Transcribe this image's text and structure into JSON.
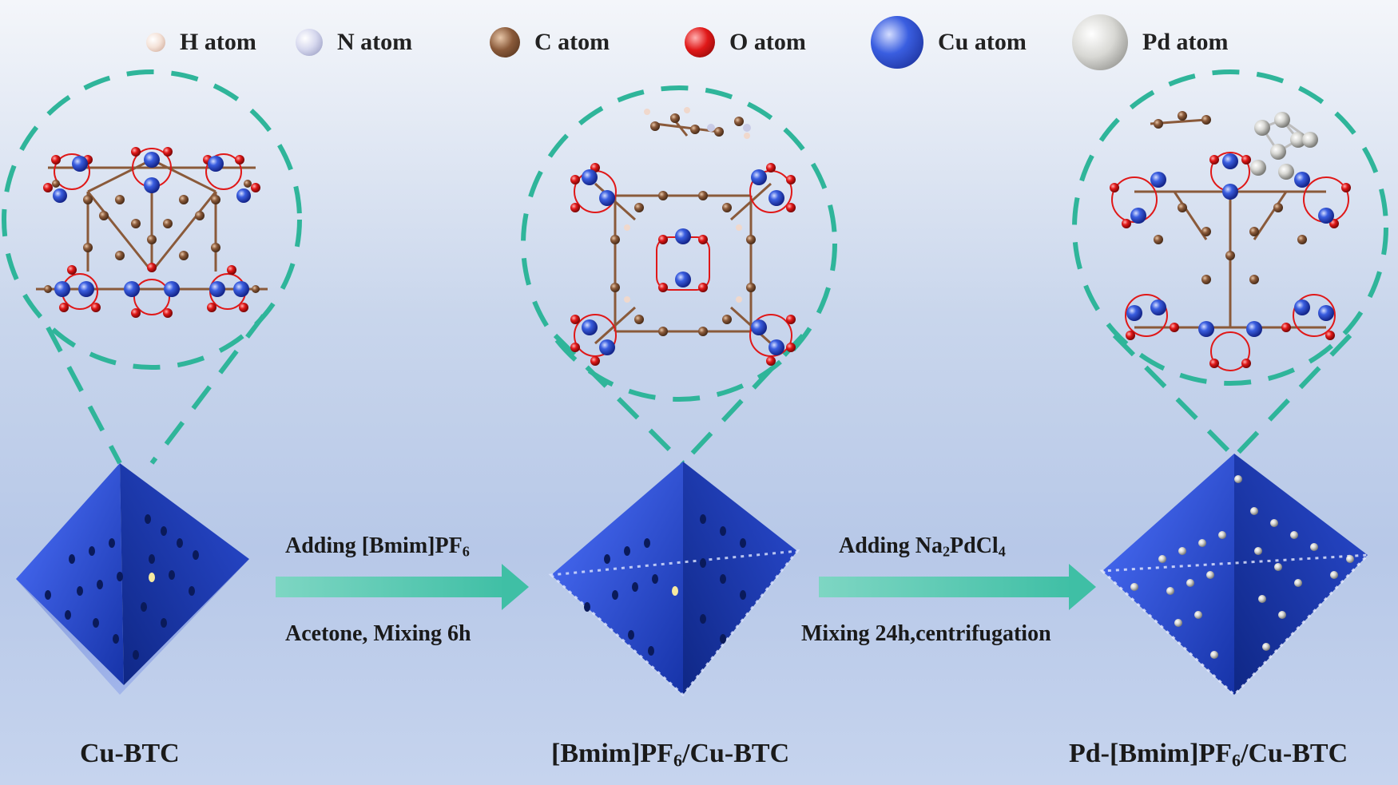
{
  "legend": {
    "items": [
      {
        "label": "H atom",
        "color": "#f0d8cc"
      },
      {
        "label": "N atom",
        "color": "#c8cbe6"
      },
      {
        "label": "C atom",
        "color": "#8a5a3a"
      },
      {
        "label": "O atom",
        "color": "#e01818"
      },
      {
        "label": "Cu atom",
        "color": "#2d4fcf"
      },
      {
        "label": "Pd atom",
        "color": "#cfcfcf"
      }
    ]
  },
  "stages": [
    {
      "name_main": "Cu-BTC",
      "name_sub": "",
      "name_tail": ""
    },
    {
      "name_main": "[Bmim]PF",
      "name_sub": "6",
      "name_tail": "/Cu-BTC"
    },
    {
      "name_main": "Pd-[Bmim]PF",
      "name_sub": "6",
      "name_tail": "/Cu-BTC"
    }
  ],
  "steps": [
    {
      "top_main": "Adding [Bmim]PF",
      "top_sub": "6",
      "top_tail": "",
      "bottom": "Acetone, Mixing 6h"
    },
    {
      "top_main": "Adding Na",
      "top_sub": "2",
      "top_mid": "PdCl",
      "top_sub2": "4",
      "bottom": "Mixing 24h,centrifugation"
    }
  ],
  "colors": {
    "dashed_circle": "#2fb59a",
    "arrow": "#47c3a9",
    "octahedron": "#1f45c4",
    "cu": "#2d4fcf",
    "o": "#e01818",
    "c": "#8a5a3a",
    "h": "#f0d8cc",
    "pd": "#cfcfcf"
  }
}
